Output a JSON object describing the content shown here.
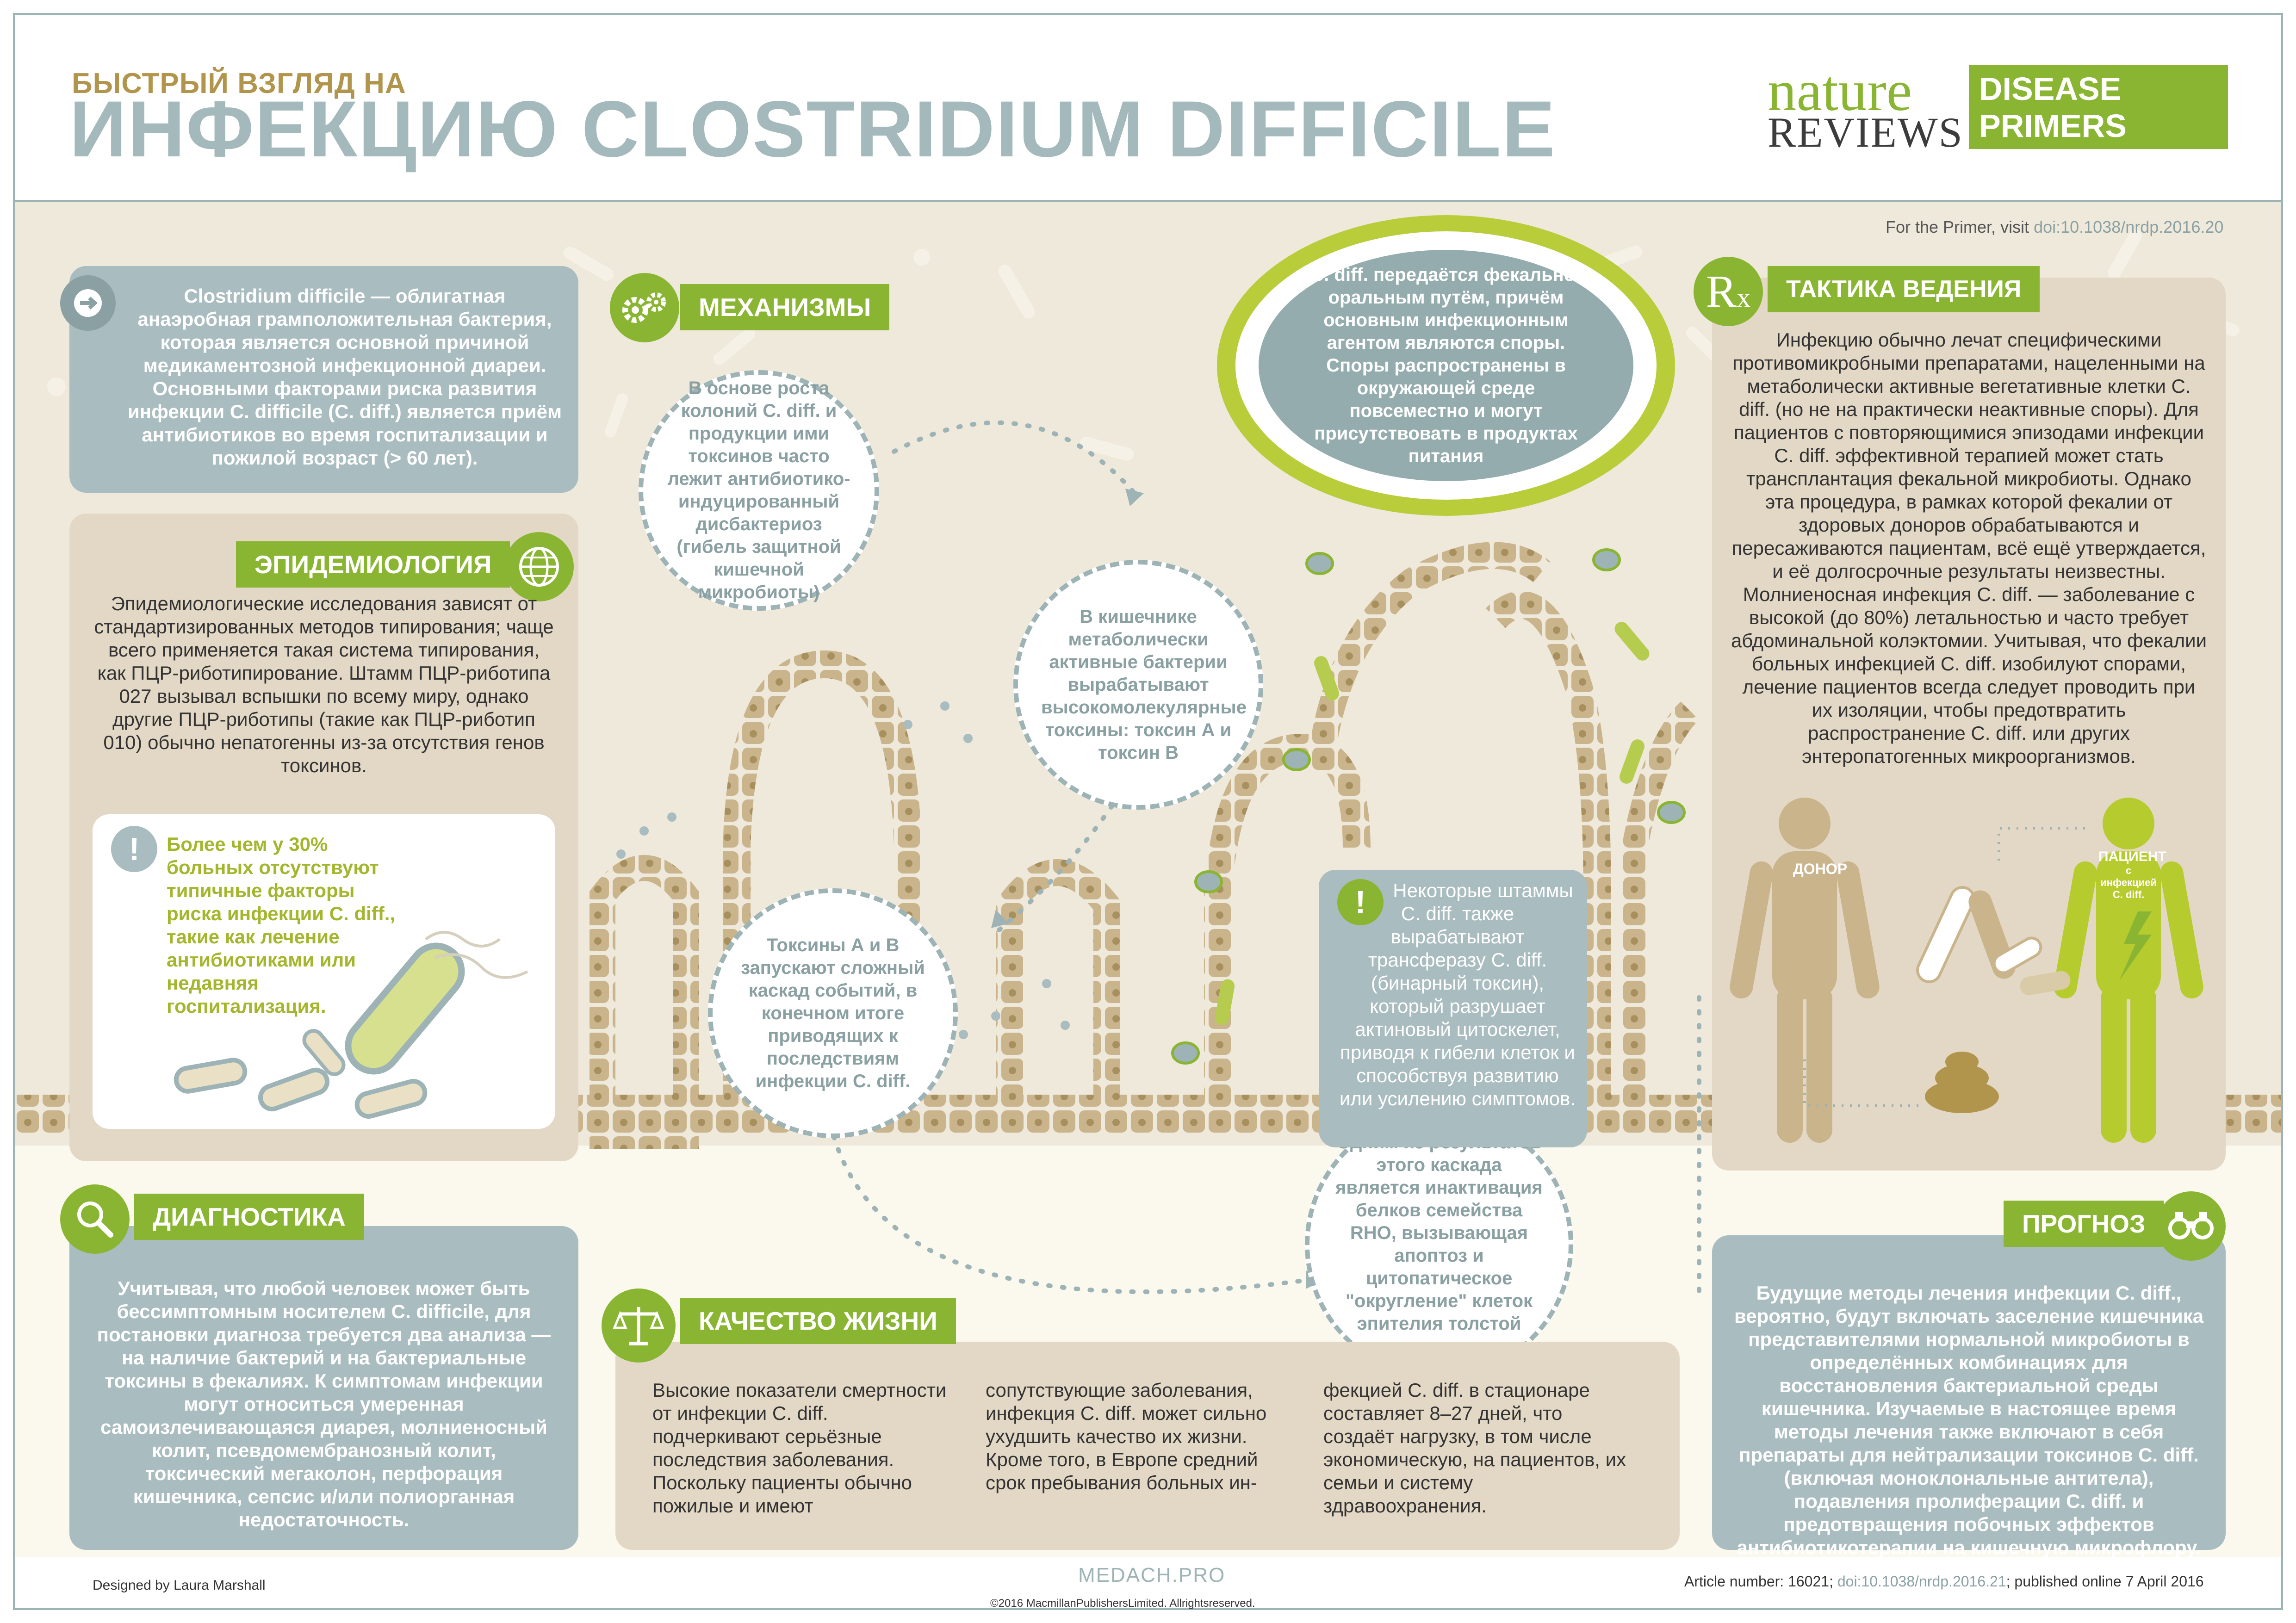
{
  "header": {
    "kicker": "БЫСТРЫЙ ВЗГЛЯД НА",
    "title": "ИНФЕКЦИЮ CLOSTRIDIUM DIFFICILE",
    "logo_nature": "nature",
    "logo_reviews": "REVIEWS",
    "logo_disease": "DISEASE",
    "logo_primers": "PRIMERS",
    "primer_link_prefix": "For the Primer, visit ",
    "primer_link_doi": "doi:10.1038/nrdp.2016.20"
  },
  "intro": {
    "icon": "arrow-right-icon",
    "text": "Clostridium difficile — облигатная анаэробная грамположительная бактерия, которая является основной причиной медикаментозной инфекционной диареи. Основными факторами риска развития инфекции C. difficile (C. diff.) является приём антибиотиков во время госпитализации и пожилой возраст (> 60 лет)."
  },
  "epidemiology": {
    "label": "ЭПИДЕМИОЛОГИЯ",
    "icon": "globe-icon",
    "text": "Эпидемиологические исследования зависят от стандартизированных методов типирования; чаще всего применяется такая система типирования, как ПЦР-риботипирование. Штамм ПЦР-риботипа 027 вызывал вспышки по всему миру, однако другие ПЦР-риботипы (такие как ПЦР-риботип 010) обычно непатогенны из-за отсутствия генов токсинов.",
    "alert_icon": "exclamation-icon",
    "alert_text": "Более чем у 30% больных отсутствуют типичные факторы риска инфекции C. diff., такие как лечение антибиотиками или недавняя госпитализация."
  },
  "mechanisms": {
    "label": "МЕХАНИЗМЫ",
    "icon": "gears-icon",
    "bubble1": "В основе роста колоний C. diff. и продукции ими токсинов часто лежит антибиотико-индуцированный дисбактериоз (гибель защитной кишечной микробиоты)",
    "bubble2": "В кишечнике метаболически активные бактерии вырабатывают высокомолекулярные токсины: токсин А и токсин В",
    "bubble3": "Токсины А и В запускают сложный каскад событий, в конечном итоге приводящих к последствиям инфекции C. diff.",
    "bubble4": "Одним из результатов этого каскада является инактивация белков семейства RHO, вызывающая апоптоз и цитопатическое \"округление\" клеток эпителия толстой кишки",
    "transmission": "C. diff. передаётся фекально-оральным путём, причём основным инфекционным агентом являются споры. Споры распространены в окружающей среде повсеместно и могут присутствовать в продуктах питания",
    "binary_icon": "exclamation-icon",
    "binary": "Некоторые штаммы C. diff. также вырабатывают трансферазу C. diff. (бинарный токсин), который разрушает актиновый цитоскелет, приводя к гибели клеток и способствуя развитию или усилению симптомов."
  },
  "management": {
    "label": "ТАКТИКА ВЕДЕНИЯ",
    "icon": "rx-icon",
    "text": "Инфекцию обычно лечат специфическими противомикробными препаратами, нацеленными на метаболически активные вегетативные клетки C. diff. (но не на практически неактивные споры). Для пациентов с повторяющимися эпизодами инфекции C. diff. эффективной терапией может стать трансплантация фекальной микробиоты. Однако эта процедура, в рамках которой фекалии от здоровых доноров обрабатываются и пересаживаются пациентам, всё ещё утверждается, и её долгосрочные результаты неизвестны. Молниеносная инфекция C. diff. — заболевание с высокой (до 80%) летальностью и часто требует абдоминальной колэктомии. Учитывая, что фекалии больных инфекцией C. diff. изобилуют спорами, лечение пациентов всегда следует проводить при их изоляции, чтобы предотвратить распространение C. diff. или других энтеропатогенных микроорганизмов.",
    "donor": "ДОНОР",
    "patient_line1": "ПАЦИЕНТ",
    "patient_line2": "с инфекцией",
    "patient_line3": "C. diff."
  },
  "diagnostics": {
    "label": "ДИАГНОСТИКА",
    "icon": "magnifier-icon",
    "text": "Учитывая, что любой человек может быть бессимптомным носителем C. difficile, для постановки диагноза требуется два анализа — на наличие бактерий и на бактериальные токсины в фекалиях. К симптомам инфекции могут относиться умеренная самоизлечивающаяся диарея, молниеносный колит, псевдомембранозный колит, токсический мегаколон, перфорация кишечника, сепсис и/или полиорганная недостаточность."
  },
  "quality": {
    "label": "КАЧЕСТВО ЖИЗНИ",
    "icon": "scales-icon",
    "col1": "Высокие показатели смертности от инфекции C. diff. подчеркивают серьёзные последствия заболевания. Поскольку пациенты обычно пожилые и имеют",
    "col2": "сопутствующие заболевания, инфекция C. diff. может сильно ухудшить качество их жизни. Кроме того, в Европе средний срок пребывания больных ин-",
    "col3": "фекцией C. diff. в стационаре составляет 8–27 дней, что создаёт нагрузку, в том числе экономическую, на пациентов, их семьи и систему здравоохранения."
  },
  "prognosis": {
    "label": "ПРОГНОЗ",
    "icon": "binoculars-icon",
    "text": "Будущие методы лечения инфекции C. diff., вероятно, будут включать заселение кишечника представителями нормальной микробиоты в определённых комбинациях для восстановления бактериальной среды кишечника. Изучаемые в настоящее время методы лечения также включают в себя препараты для нейтрализации токсинов C. diff. (включая моноклональные антитела), подавления пролиферации C. diff. и предотвращения побочных эффектов антибиотикотерапии на кишечную микрофлору."
  },
  "footer": {
    "designed": "Designed by Laura Marshall",
    "site": "MEDACH.PRO",
    "article_prefix": "Article number: 16021; ",
    "article_doi": "doi:10.1038/nrdp.2016.21",
    "article_suffix": "; published online 7 April 2016",
    "copyright": "©2016 MacmillanPublishersLimited. Allrightsreserved."
  },
  "colors": {
    "green": "#8ab533",
    "teal": "#a9bcbf",
    "tan": "#e3d8c5",
    "gold": "#b2954c",
    "cell": "#c9b48c"
  }
}
